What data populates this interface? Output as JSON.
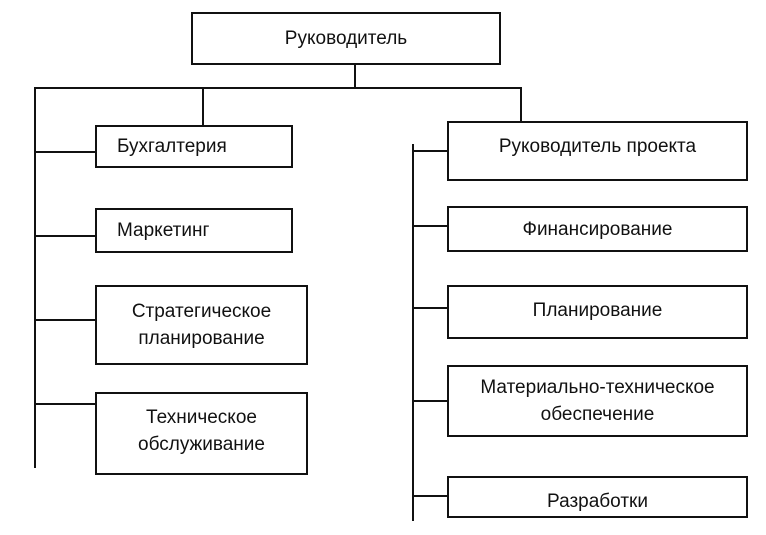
{
  "title": "",
  "root": {
    "label": "Руководитель"
  },
  "left_branch": [
    {
      "label": "Бухгалтерия"
    },
    {
      "label": "Маркетинг"
    },
    {
      "label": "Стратегическое\nпланирование"
    },
    {
      "label": "Техническое\nобслуживание"
    }
  ],
  "right_branch": [
    {
      "label": "Руководитель проекта"
    },
    {
      "label": "Финансирование"
    },
    {
      "label": "Планирование"
    },
    {
      "label": "Материально-техническое\nобеспечение"
    },
    {
      "label": "Разработки"
    }
  ],
  "colors": {
    "line": "#111111",
    "box_border": "#111111",
    "background": "#ffffff",
    "text": "#111111"
  }
}
